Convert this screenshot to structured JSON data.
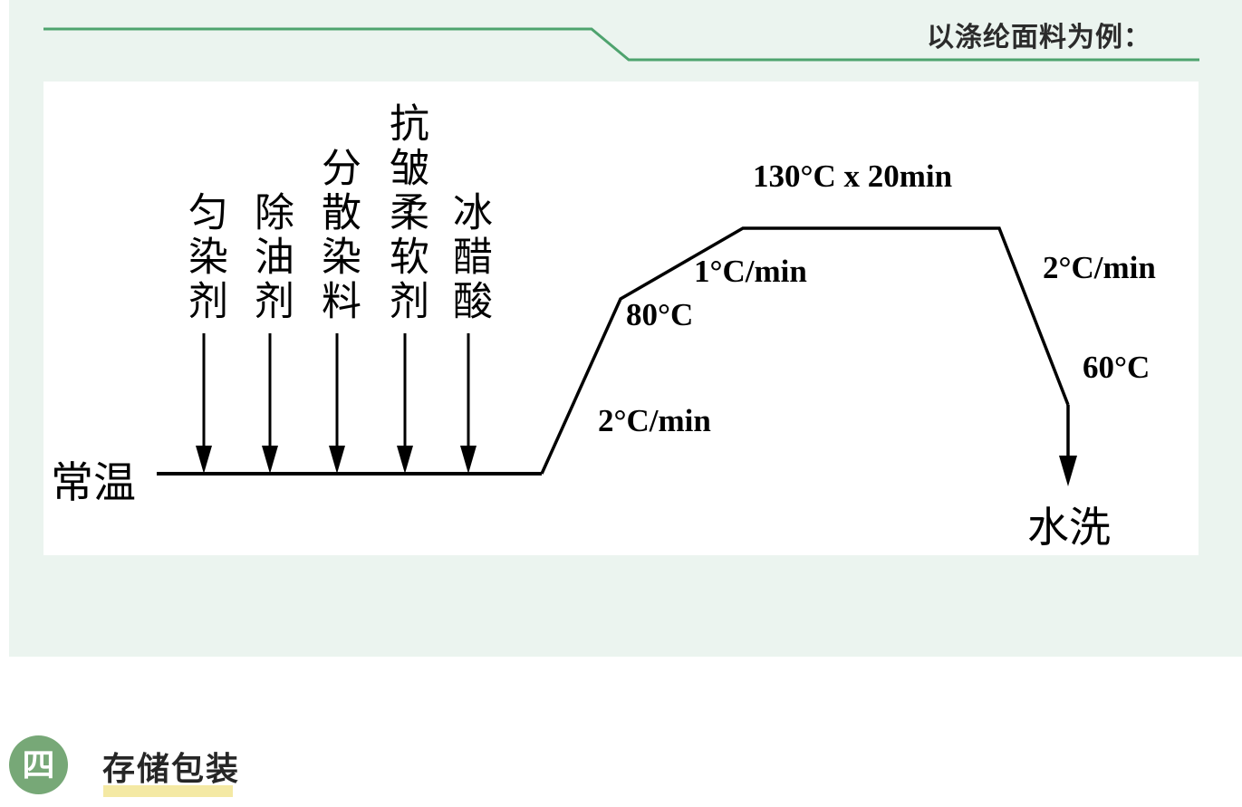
{
  "header": {
    "note": "以涤纶面料为例："
  },
  "diagram": {
    "additives": [
      "匀染剂",
      "除油剂",
      "分散染料",
      "抗皱柔软剂",
      "冰醋酸"
    ],
    "start_label": "常温",
    "heat1_rate": "2°C/min",
    "heat1_end_temp": "80°C",
    "heat2_rate": "1°C/min",
    "hold": "130°C x 20min",
    "cool_rate": "2°C/min",
    "cool_end_temp": "60°C",
    "end_label": "水洗"
  },
  "section": {
    "index_icon": "四",
    "title": "存储包装"
  },
  "colors": {
    "accent_line_green": "#4ea36e",
    "panel_green": "#ebf4ef",
    "badge_green": "#77a877",
    "highlight_yellow": "#f4e9a4",
    "diagram_ink": "#000000",
    "text_dark": "#2b2b2b"
  }
}
